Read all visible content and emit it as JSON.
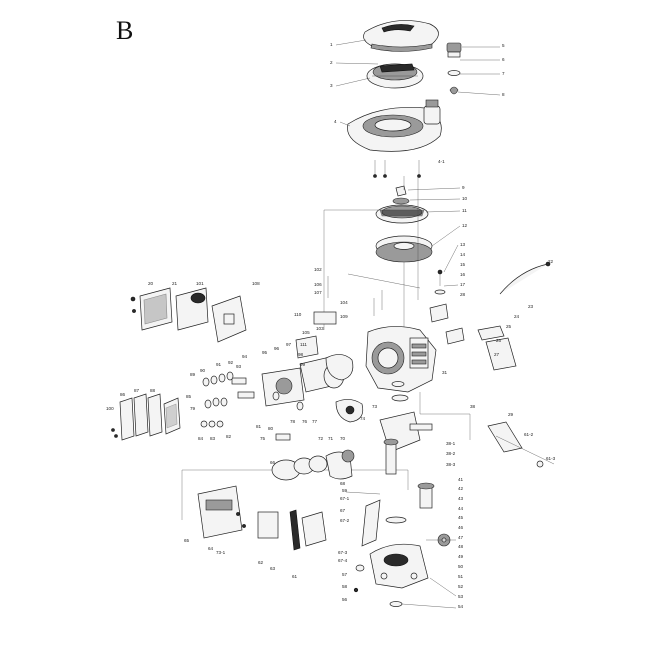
{
  "sheet": {
    "letter": "B"
  },
  "callouts": [
    {
      "id": "c1",
      "text": "1"
    },
    {
      "id": "c2",
      "text": "2"
    },
    {
      "id": "c3",
      "text": "3"
    },
    {
      "id": "c4",
      "text": "4"
    },
    {
      "id": "c41",
      "text": "4-1"
    },
    {
      "id": "c5",
      "text": "5"
    },
    {
      "id": "c6",
      "text": "6"
    },
    {
      "id": "c7",
      "text": "7"
    },
    {
      "id": "c8",
      "text": "8"
    },
    {
      "id": "c9",
      "text": "9"
    },
    {
      "id": "c10",
      "text": "10"
    },
    {
      "id": "c11",
      "text": "11"
    },
    {
      "id": "c12",
      "text": "12"
    },
    {
      "id": "c13",
      "text": "13"
    },
    {
      "id": "c14",
      "text": "14"
    },
    {
      "id": "c15",
      "text": "15"
    },
    {
      "id": "c16",
      "text": "16"
    },
    {
      "id": "c17",
      "text": "17"
    },
    {
      "id": "c20",
      "text": "20"
    },
    {
      "id": "c21",
      "text": "21"
    },
    {
      "id": "c22",
      "text": "22"
    },
    {
      "id": "c23",
      "text": "23"
    },
    {
      "id": "c24",
      "text": "24"
    },
    {
      "id": "c25",
      "text": "25"
    },
    {
      "id": "c26",
      "text": "26"
    },
    {
      "id": "c27",
      "text": "27"
    },
    {
      "id": "c28",
      "text": "28"
    },
    {
      "id": "c29",
      "text": "29"
    },
    {
      "id": "c31",
      "text": "31"
    },
    {
      "id": "c38",
      "text": "38"
    },
    {
      "id": "c381",
      "text": "38-1"
    },
    {
      "id": "c382",
      "text": "38-2"
    },
    {
      "id": "c383",
      "text": "38-3"
    },
    {
      "id": "c41b",
      "text": "41"
    },
    {
      "id": "c42",
      "text": "42"
    },
    {
      "id": "c43",
      "text": "43"
    },
    {
      "id": "c44",
      "text": "44"
    },
    {
      "id": "c45",
      "text": "45"
    },
    {
      "id": "c46",
      "text": "46"
    },
    {
      "id": "c47",
      "text": "47"
    },
    {
      "id": "c48",
      "text": "48"
    },
    {
      "id": "c49",
      "text": "49"
    },
    {
      "id": "c50",
      "text": "50"
    },
    {
      "id": "c51",
      "text": "51"
    },
    {
      "id": "c52",
      "text": "52"
    },
    {
      "id": "c53",
      "text": "53"
    },
    {
      "id": "c54",
      "text": "54"
    },
    {
      "id": "c56",
      "text": "56"
    },
    {
      "id": "c57",
      "text": "57"
    },
    {
      "id": "c58",
      "text": "58"
    },
    {
      "id": "c59",
      "text": "59"
    },
    {
      "id": "c61",
      "text": "61"
    },
    {
      "id": "c62",
      "text": "62"
    },
    {
      "id": "c63",
      "text": "63"
    },
    {
      "id": "c64",
      "text": "64"
    },
    {
      "id": "c65",
      "text": "65"
    },
    {
      "id": "c66",
      "text": "66"
    },
    {
      "id": "c67",
      "text": "67"
    },
    {
      "id": "c671",
      "text": "67-1"
    },
    {
      "id": "c672",
      "text": "67-2"
    },
    {
      "id": "c673",
      "text": "67-3"
    },
    {
      "id": "c674",
      "text": "67-4"
    },
    {
      "id": "c68",
      "text": "68"
    },
    {
      "id": "c70",
      "text": "70"
    },
    {
      "id": "c71",
      "text": "71"
    },
    {
      "id": "c72",
      "text": "72"
    },
    {
      "id": "c73",
      "text": "73"
    },
    {
      "id": "c731",
      "text": "73-1"
    },
    {
      "id": "c74",
      "text": "74"
    },
    {
      "id": "c75",
      "text": "75"
    },
    {
      "id": "c76",
      "text": "76"
    },
    {
      "id": "c77",
      "text": "77"
    },
    {
      "id": "c78",
      "text": "78"
    },
    {
      "id": "c79",
      "text": "79"
    },
    {
      "id": "c80",
      "text": "80"
    },
    {
      "id": "c81",
      "text": "81"
    },
    {
      "id": "c82",
      "text": "82"
    },
    {
      "id": "c83",
      "text": "83"
    },
    {
      "id": "c84",
      "text": "84"
    },
    {
      "id": "c85",
      "text": "85"
    },
    {
      "id": "c86",
      "text": "86"
    },
    {
      "id": "c87",
      "text": "87"
    },
    {
      "id": "c88",
      "text": "88"
    },
    {
      "id": "c89",
      "text": "89"
    },
    {
      "id": "c90",
      "text": "90"
    },
    {
      "id": "c91",
      "text": "91"
    },
    {
      "id": "c92",
      "text": "92"
    },
    {
      "id": "c93",
      "text": "93"
    },
    {
      "id": "c94",
      "text": "94"
    },
    {
      "id": "c95",
      "text": "95"
    },
    {
      "id": "c96",
      "text": "96"
    },
    {
      "id": "c97",
      "text": "97"
    },
    {
      "id": "c98",
      "text": "98"
    },
    {
      "id": "c99",
      "text": "99"
    },
    {
      "id": "c100",
      "text": "100"
    },
    {
      "id": "c101",
      "text": "101"
    },
    {
      "id": "c102",
      "text": "102"
    },
    {
      "id": "c103",
      "text": "103"
    },
    {
      "id": "c104",
      "text": "104"
    },
    {
      "id": "c105",
      "text": "105"
    },
    {
      "id": "c106",
      "text": "106"
    },
    {
      "id": "c107",
      "text": "107"
    },
    {
      "id": "c108",
      "text": "108"
    },
    {
      "id": "c109",
      "text": "109"
    },
    {
      "id": "c110",
      "text": "110"
    },
    {
      "id": "c111",
      "text": "111"
    },
    {
      "id": "c612",
      "text": "61-2"
    },
    {
      "id": "c613",
      "text": "61-3"
    }
  ]
}
